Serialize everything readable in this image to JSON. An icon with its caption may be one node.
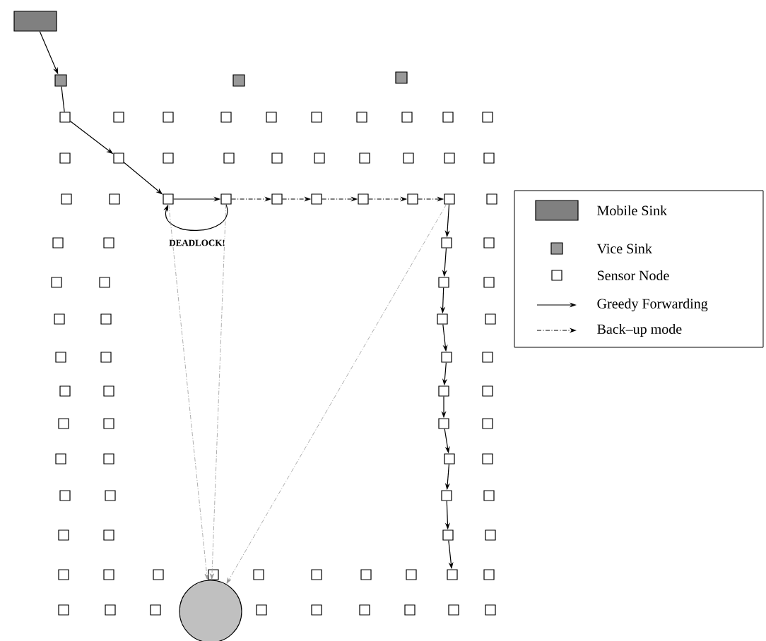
{
  "diagram": {
    "nodes": [
      {
        "text": [],
        "shape": "box"
      },
      {
        "text": [],
        "shape": "box"
      },
      {
        "text": [],
        "shape": "box"
      },
      {
        "text": [],
        "shape": "box"
      },
      {
        "text": [],
        "shape": "box"
      },
      {
        "text": [],
        "shape": "box"
      },
      {
        "text": [],
        "shape": "box"
      },
      {
        "text": [],
        "shape": "box"
      },
      {
        "text": [],
        "shape": "box"
      },
      {
        "text": [],
        "shape": "box"
      },
      {
        "text": [],
        "shape": "box"
      },
      {
        "text": [],
        "shape": "box"
      },
      {
        "text": [],
        "shape": "box"
      },
      {
        "text": [],
        "shape": "box"
      },
      {
        "text": [],
        "shape": "box"
      },
      {
        "text": [],
        "shape": "box"
      },
      {
        "text": [],
        "shape": "box"
      },
      {
        "text": [],
        "shape": "box"
      },
      {
        "text": [],
        "shape": "box"
      },
      {
        "text": [],
        "shape": "box"
      },
      {
        "text": [],
        "shape": "box"
      },
      {
        "text": [],
        "shape": "box"
      },
      {
        "text": [],
        "shape": "box"
      },
      {
        "text": [],
        "shape": "box"
      },
      {
        "text": [],
        "shape": "box"
      },
      {
        "text": [],
        "shape": "box"
      },
      {
        "text": [],
        "shape": "box"
      },
      {
        "text": [],
        "shape": "box"
      },
      {
        "text": [],
        "shape": "box"
      },
      {
        "text": [],
        "shape": "box"
      },
      {
        "text": [],
        "shape": "box"
      },
      {
        "text": [],
        "shape": "box"
      },
      {
        "text": [],
        "shape": "box"
      },
      {
        "text": [],
        "shape": "box"
      },
      {
        "text": [],
        "shape": "box"
      },
      {
        "text": [],
        "shape": "box"
      },
      {
        "text": [],
        "shape": "box"
      },
      {
        "text": [],
        "shape": "box"
      },
      {
        "text": [],
        "shape": "box"
      },
      {
        "text": [],
        "shape": "box"
      },
      {
        "text": [],
        "shape": "box"
      },
      {
        "text": [],
        "shape": "box"
      },
      {
        "text": [],
        "shape": "box"
      },
      {
        "text": [],
        "shape": "box"
      },
      {
        "text": [],
        "shape": "box"
      },
      {
        "text": [],
        "shape": "box"
      },
      {
        "text": [],
        "shape": "box"
      },
      {
        "text": [],
        "shape": "box"
      },
      {
        "text": [],
        "shape": "box"
      },
      {
        "text": [],
        "shape": "box"
      },
      {
        "text": [],
        "shape": "box"
      },
      {
        "text": [],
        "shape": "box"
      },
      {
        "text": [],
        "shape": "box"
      },
      {
        "text": [],
        "shape": "box"
      },
      {
        "text": [],
        "shape": "box"
      },
      {
        "text": [],
        "shape": "box"
      },
      {
        "text": [],
        "shape": "box"
      },
      {
        "text": [],
        "shape": "box"
      },
      {
        "text": [],
        "shape": "box"
      },
      {
        "text": [],
        "shape": "box"
      },
      {
        "text": [],
        "shape": "box"
      },
      {
        "text": [],
        "shape": "box"
      },
      {
        "text": [],
        "shape": "box"
      },
      {
        "text": [],
        "shape": "box"
      },
      {
        "text": [],
        "shape": "box"
      },
      {
        "text": [],
        "shape": "box"
      },
      {
        "text": [],
        "shape": "box"
      },
      {
        "text": [],
        "shape": "box"
      },
      {
        "text": [],
        "shape": "box"
      },
      {
        "text": [],
        "shape": "box"
      },
      {
        "text": [],
        "shape": "box"
      },
      {
        "text": [],
        "shape": "box"
      },
      {
        "text": [],
        "shape": "box"
      },
      {
        "text": [],
        "shape": "box"
      },
      {
        "text": [],
        "shape": "box"
      },
      {
        "text": [],
        "shape": "box"
      },
      {
        "text": [],
        "shape": "box"
      },
      {
        "text": [],
        "shape": "box"
      },
      {
        "text": [],
        "shape": "box"
      },
      {
        "text": [],
        "shape": "box"
      },
      {
        "text": [],
        "shape": "box"
      },
      {
        "text": [],
        "shape": "box"
      },
      {
        "text": [],
        "shape": "box"
      },
      {
        "text": [],
        "shape": "box"
      },
      {
        "text": [],
        "shape": "box"
      },
      {
        "text": [],
        "shape": "box"
      },
      {
        "text": [],
        "shape": "box"
      },
      {
        "text": [],
        "shape": "box"
      },
      {
        "text": [],
        "shape": "box"
      },
      {
        "text": [],
        "shape": "circle"
      }
    ],
    "edges": [
      {
        "from": 0,
        "to": 1,
        "arrow": "to"
      },
      {
        "from": 1,
        "to": 4,
        "arrow": "none"
      },
      {
        "from": 4,
        "to": 15,
        "arrow": "to"
      },
      {
        "from": 15,
        "to": 26,
        "arrow": "to"
      },
      {
        "from": 26,
        "to": 27,
        "arrow": "to"
      },
      {
        "from": 27,
        "to": 26,
        "arrow": "to",
        "label": "DEADLOCK!"
      },
      {
        "from": 27,
        "to": 28,
        "arrow": "to",
        "style": "dashed"
      },
      {
        "from": 28,
        "to": 29,
        "arrow": "to",
        "style": "dashed"
      },
      {
        "from": 29,
        "to": 30,
        "arrow": "to",
        "style": "dashed"
      },
      {
        "from": 30,
        "to": 31,
        "arrow": "to",
        "style": "dashed"
      },
      {
        "from": 31,
        "to": 32,
        "arrow": "to",
        "style": "dashed"
      },
      {
        "from": 32,
        "to": 36,
        "arrow": "to"
      },
      {
        "from": 36,
        "to": 40,
        "arrow": "to"
      },
      {
        "from": 40,
        "to": 44,
        "arrow": "to"
      },
      {
        "from": 44,
        "to": 48,
        "arrow": "to"
      },
      {
        "from": 48,
        "to": 52,
        "arrow": "to"
      },
      {
        "from": 52,
        "to": 56,
        "arrow": "to"
      },
      {
        "from": 56,
        "to": 60,
        "arrow": "to"
      },
      {
        "from": 60,
        "to": 64,
        "arrow": "to"
      },
      {
        "from": 64,
        "to": 68,
        "arrow": "to"
      },
      {
        "from": 68,
        "to": 78,
        "arrow": "to"
      },
      {
        "from": 26,
        "to": 89,
        "arrow": "to",
        "style": "dashed",
        "color": "#999999"
      },
      {
        "from": 27,
        "to": 89,
        "arrow": "to",
        "style": "dashed",
        "color": "#999999"
      },
      {
        "from": 32,
        "to": 89,
        "arrow": "to",
        "style": "dashed",
        "color": "#999999"
      }
    ],
    "legend": [
      {
        "text": "Mobile Sink",
        "color": "#808080"
      },
      {
        "text": "Vice Sink",
        "color": "#999999"
      },
      {
        "text": "Sensor Node"
      },
      {
        "text": "Greedy Forwarding"
      },
      {
        "text": "Back–up mode"
      }
    ]
  }
}
